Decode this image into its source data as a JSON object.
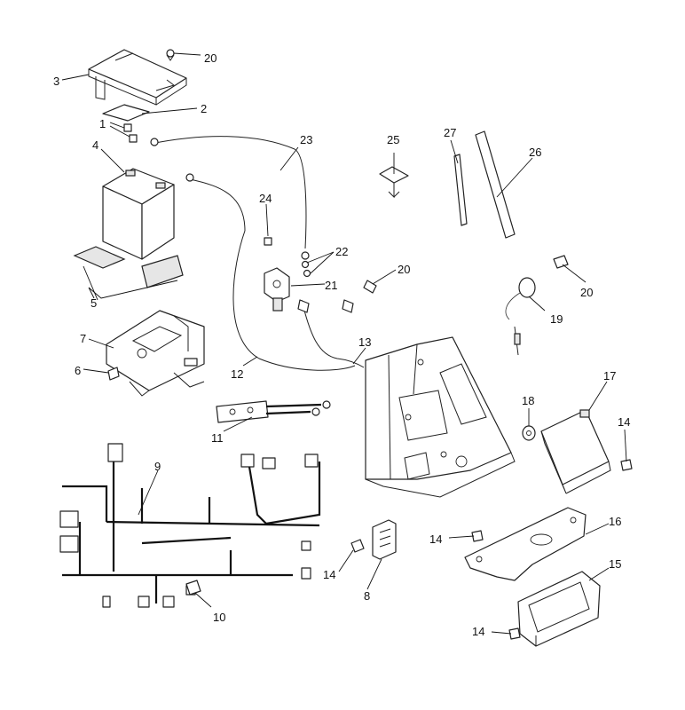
{
  "callouts": {
    "c1": "1",
    "c2": "2",
    "c3": "3",
    "c4": "4",
    "c5": "5",
    "c6": "6",
    "c7": "7",
    "c8": "8",
    "c9": "9",
    "c10": "10",
    "c11": "11",
    "c12": "12",
    "c13": "13",
    "c14a": "14",
    "c14b": "14",
    "c14c": "14",
    "c14d": "14",
    "c15": "15",
    "c16": "16",
    "c17": "17",
    "c18": "18",
    "c19": "19",
    "c20a": "20",
    "c20b": "20",
    "c20c": "20",
    "c21": "21",
    "c22": "22",
    "c23": "23",
    "c24": "24",
    "c25": "25",
    "c26": "26",
    "c27": "27"
  }
}
